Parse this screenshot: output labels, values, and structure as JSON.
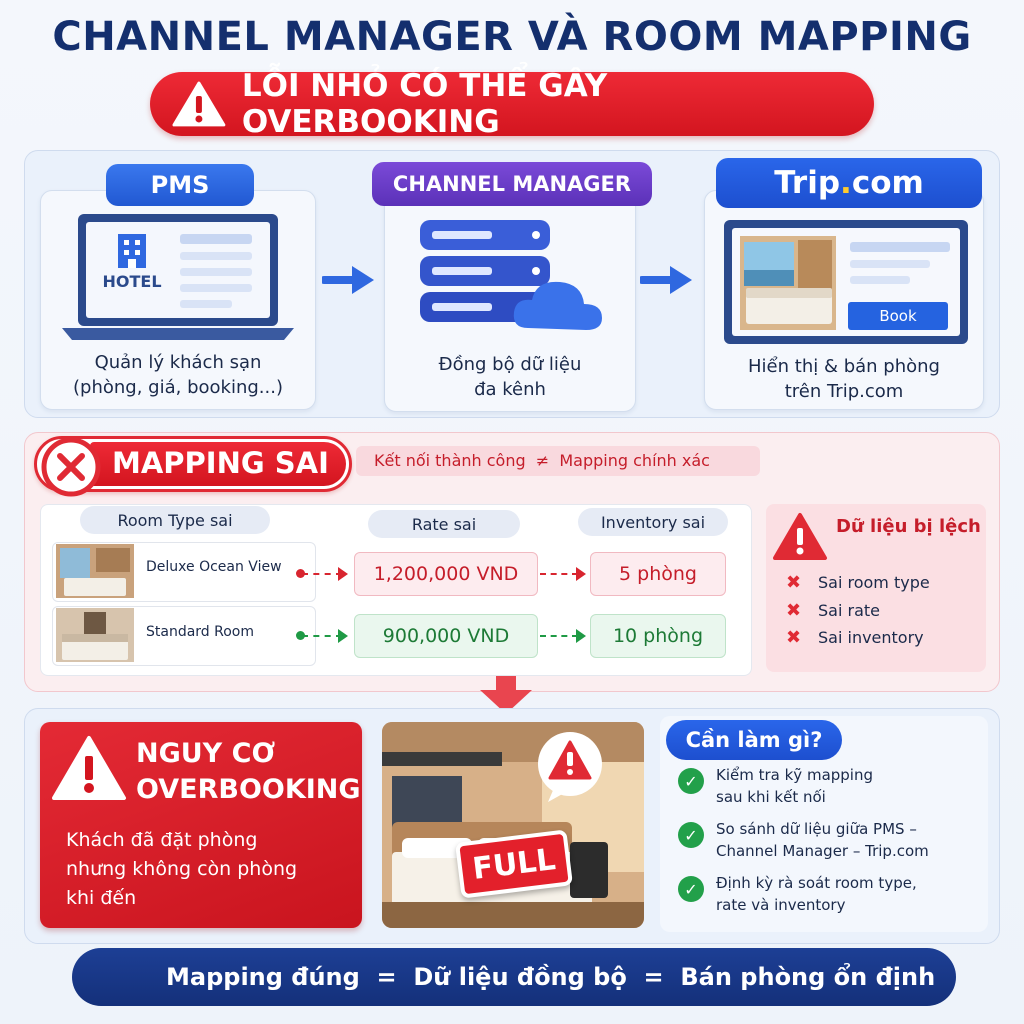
{
  "title": "CHANNEL MANAGER VÀ ROOM MAPPING",
  "warning_banner": "LỖI NHỎ CÓ THỂ GÂY OVERBOOKING",
  "flow": {
    "pms": {
      "label": "PMS",
      "screen_label": "HOTEL",
      "caption_line1": "Quản lý khách sạn",
      "caption_line2": "(phòng, giá, booking...)"
    },
    "channel_manager": {
      "label": "CHANNEL MANAGER",
      "caption_line1": "Đồng bộ dữ liệu",
      "caption_line2": "đa kênh"
    },
    "trip": {
      "label_main": "Trip",
      "label_dot": ".",
      "label_suffix": "com",
      "book_button": "Book",
      "caption_line1": "Hiển thị & bán phòng",
      "caption_line2": "trên Trip.com"
    }
  },
  "mapping": {
    "badge": "MAPPING SAI",
    "subtitle": "Kết nối thành công  ≠  Mapping chính xác",
    "columns": [
      "Room Type sai",
      "Rate sai",
      "Inventory sai"
    ],
    "rows": [
      {
        "room": "Deluxe Ocean View",
        "rate": "1,200,000 VND",
        "inventory": "5 phòng",
        "status": "wrong"
      },
      {
        "room": "Standard Room",
        "rate": "900,000 VND",
        "inventory": "10 phòng",
        "status": "correct"
      }
    ],
    "deviation": {
      "title": "Dữ liệu bị lệch",
      "items": [
        "Sai room type",
        "Sai rate",
        "Sai inventory"
      ]
    }
  },
  "risk": {
    "title_line1": "NGUY CƠ",
    "title_line2": "OVERBOOKING",
    "desc_line1": "Khách đã đặt phòng",
    "desc_line2": "nhưng không còn phòng",
    "desc_line3": "khi đến",
    "full_sign": "FULL"
  },
  "todo": {
    "title": "Cần làm gì?",
    "items": [
      {
        "line1": "Kiểm tra kỹ mapping",
        "line2": "sau khi kết nối"
      },
      {
        "line1": "So sánh dữ liệu giữa PMS –",
        "line2": "Channel Manager – Trip.com"
      },
      {
        "line1": "Định kỳ rà soát room type,",
        "line2": "rate và inventory"
      }
    ]
  },
  "footer": "Mapping đúng  =  Dữ liệu đồng bộ  =  Bán phòng ổn định",
  "colors": {
    "navy": "#142f6e",
    "red": "#d3151f",
    "blue": "#2f68e0",
    "purple": "#6a3fc8",
    "green": "#22a04a"
  }
}
